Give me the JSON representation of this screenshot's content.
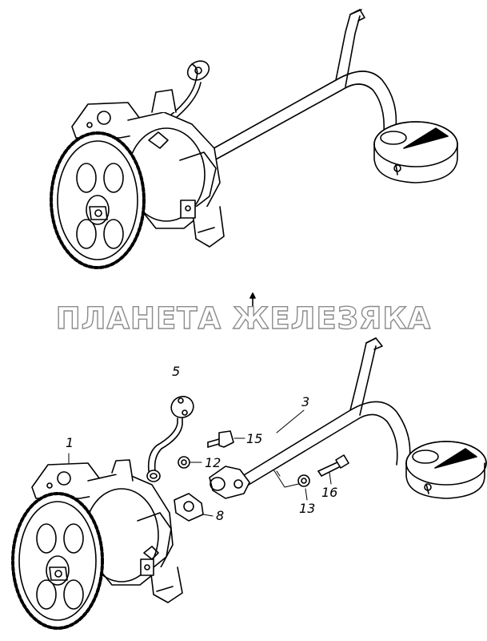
{
  "watermark": "ПЛАНЕТА ЖЕЛЕЗЯКА",
  "callouts": {
    "c1": "1",
    "c3": "3",
    "c5": "5",
    "c8": "8",
    "c12": "12",
    "c13": "13",
    "c15": "15",
    "c16": "16"
  },
  "colors": {
    "line": "#000000",
    "background": "#ffffff",
    "watermark_outline": "#8c8c8c"
  }
}
